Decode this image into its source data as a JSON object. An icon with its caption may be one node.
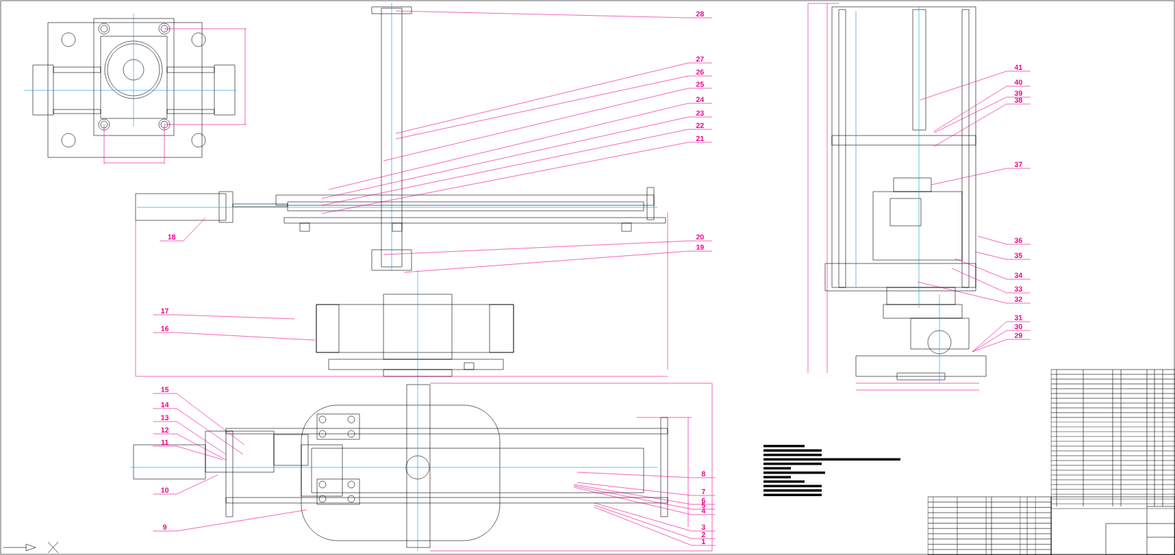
{
  "diagram": {
    "nodes": [
      {
        "text": [
          "28"
        ]
      },
      {
        "text": [
          "27"
        ]
      },
      {
        "text": [
          "26"
        ]
      },
      {
        "text": [
          "25"
        ]
      },
      {
        "text": [
          "24"
        ]
      },
      {
        "text": [
          "23"
        ]
      },
      {
        "text": [
          "22"
        ]
      },
      {
        "text": [
          "21"
        ]
      },
      {
        "text": [
          "20"
        ]
      },
      {
        "text": [
          "19"
        ]
      },
      {
        "text": [
          "18"
        ]
      },
      {
        "text": [
          "17"
        ]
      },
      {
        "text": [
          "16"
        ]
      },
      {
        "text": [
          "15"
        ]
      },
      {
        "text": [
          "14"
        ]
      },
      {
        "text": [
          "13"
        ]
      },
      {
        "text": [
          "12"
        ]
      },
      {
        "text": [
          "11"
        ]
      },
      {
        "text": [
          "10"
        ]
      },
      {
        "text": [
          "9"
        ]
      },
      {
        "text": [
          "8"
        ]
      },
      {
        "text": [
          "7"
        ]
      },
      {
        "text": [
          "6"
        ]
      },
      {
        "text": [
          "5"
        ]
      },
      {
        "text": [
          "4"
        ]
      },
      {
        "text": [
          "3"
        ]
      },
      {
        "text": [
          "2"
        ]
      },
      {
        "text": [
          "1"
        ]
      },
      {
        "text": [
          "41"
        ]
      },
      {
        "text": [
          "40"
        ]
      },
      {
        "text": [
          "39"
        ]
      },
      {
        "text": [
          "38"
        ]
      },
      {
        "text": [
          "37"
        ]
      },
      {
        "text": [
          "36"
        ]
      },
      {
        "text": [
          "35"
        ]
      },
      {
        "text": [
          "34"
        ]
      },
      {
        "text": [
          "33"
        ]
      },
      {
        "text": [
          "32"
        ]
      },
      {
        "text": [
          "31"
        ]
      },
      {
        "text": [
          "30"
        ]
      },
      {
        "text": [
          "29"
        ]
      }
    ],
    "edges": [
      {
        "from": 0,
        "to": null,
        "arrow": "none"
      },
      {
        "from": 1,
        "to": null,
        "arrow": "none"
      },
      {
        "from": 2,
        "to": null,
        "arrow": "none"
      },
      {
        "from": 3,
        "to": null,
        "arrow": "none"
      },
      {
        "from": 4,
        "to": null,
        "arrow": "none"
      },
      {
        "from": 5,
        "to": null,
        "arrow": "none"
      },
      {
        "from": 6,
        "to": null,
        "arrow": "none"
      },
      {
        "from": 7,
        "to": null,
        "arrow": "none"
      },
      {
        "from": 8,
        "to": null,
        "arrow": "none"
      },
      {
        "from": 9,
        "to": null,
        "arrow": "none"
      },
      {
        "from": 10,
        "to": null,
        "arrow": "none"
      },
      {
        "from": 11,
        "to": null,
        "arrow": "none"
      },
      {
        "from": 12,
        "to": null,
        "arrow": "none"
      },
      {
        "from": 13,
        "to": null,
        "arrow": "none"
      },
      {
        "from": 14,
        "to": null,
        "arrow": "none"
      },
      {
        "from": 15,
        "to": null,
        "arrow": "none"
      },
      {
        "from": 16,
        "to": null,
        "arrow": "none"
      },
      {
        "from": 17,
        "to": null,
        "arrow": "none"
      },
      {
        "from": 18,
        "to": null,
        "arrow": "none"
      },
      {
        "from": 19,
        "to": null,
        "arrow": "none"
      },
      {
        "from": 20,
        "to": null,
        "arrow": "none"
      },
      {
        "from": 21,
        "to": null,
        "arrow": "none"
      },
      {
        "from": 22,
        "to": null,
        "arrow": "none"
      },
      {
        "from": 23,
        "to": null,
        "arrow": "none"
      },
      {
        "from": 24,
        "to": null,
        "arrow": "none"
      },
      {
        "from": 25,
        "to": null,
        "arrow": "none"
      },
      {
        "from": 26,
        "to": null,
        "arrow": "none"
      },
      {
        "from": 27,
        "to": null,
        "arrow": "none"
      },
      {
        "from": 28,
        "to": null,
        "arrow": "none"
      },
      {
        "from": 29,
        "to": null,
        "arrow": "none"
      },
      {
        "from": 30,
        "to": null,
        "arrow": "none"
      },
      {
        "from": 31,
        "to": null,
        "arrow": "none"
      },
      {
        "from": 32,
        "to": null,
        "arrow": "none"
      },
      {
        "from": 33,
        "to": null,
        "arrow": "none"
      },
      {
        "from": 34,
        "to": null,
        "arrow": "none"
      },
      {
        "from": 35,
        "to": null,
        "arrow": "none"
      },
      {
        "from": 36,
        "to": null,
        "arrow": "none"
      },
      {
        "from": 37,
        "to": null,
        "arrow": "none"
      },
      {
        "from": 38,
        "to": null,
        "arrow": "none"
      },
      {
        "from": 39,
        "to": null,
        "arrow": "none"
      },
      {
        "from": 40,
        "to": null,
        "arrow": "none"
      }
    ]
  }
}
